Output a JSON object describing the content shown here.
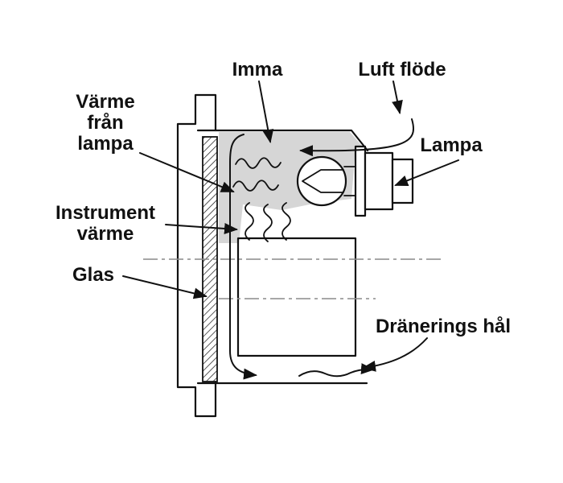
{
  "diagram": {
    "type": "technical-cross-section",
    "labels": {
      "imma": "Imma",
      "luft_flode": "Luft flöde",
      "lampa": "Lampa",
      "varme_line1": "Värme",
      "varme_line2": "från",
      "varme_line3": "lampa",
      "instrument_line1": "Instrument",
      "instrument_line2": "värme",
      "glas": "Glas",
      "dranerings_hal": "Dränerings hål"
    },
    "colors": {
      "background": "#ffffff",
      "line": "#111111",
      "condensation_fill": "#d6d6d6",
      "centerline": "#8a8a8a"
    }
  }
}
